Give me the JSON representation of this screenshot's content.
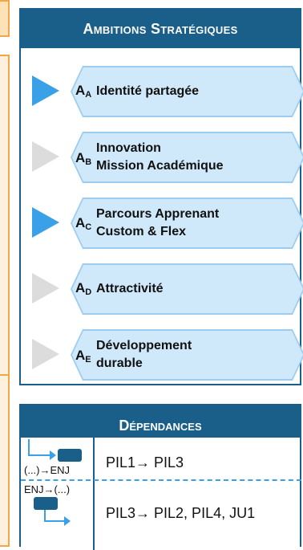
{
  "ambitions": {
    "title": "Ambitions Stratégiques",
    "items": [
      {
        "code": "A",
        "sub": "A",
        "line1": "Identité partagée",
        "line2": "",
        "active": true
      },
      {
        "code": "A",
        "sub": "B",
        "line1": "Innovation",
        "line2": "Mission Académique",
        "active": false
      },
      {
        "code": "A",
        "sub": "C",
        "line1": "Parcours Apprenant",
        "line2": "Custom & Flex",
        "active": true
      },
      {
        "code": "A",
        "sub": "D",
        "line1": "Attractivité",
        "line2": "",
        "active": false
      },
      {
        "code": "A",
        "sub": "E",
        "line1": "Développement",
        "line2": "durable",
        "active": false
      }
    ]
  },
  "dependances": {
    "title": "Dépendances",
    "rows": [
      {
        "icon_label": "(...)→ENJ",
        "icon": "incoming-dependency-icon",
        "text": "PIL1→ PIL3"
      },
      {
        "icon_label": "ENJ→(...)",
        "icon": "outgoing-dependency-icon",
        "text": "PIL3→ PIL2, PIL4, JU1"
      }
    ]
  },
  "colors": {
    "header_blue": "#1a5e8a",
    "active_arrow": "#3aa0e8",
    "inactive_arrow": "#dcdcdc",
    "hex_fill": "#cfe9fb",
    "accent_orange": "#f0a64a"
  }
}
